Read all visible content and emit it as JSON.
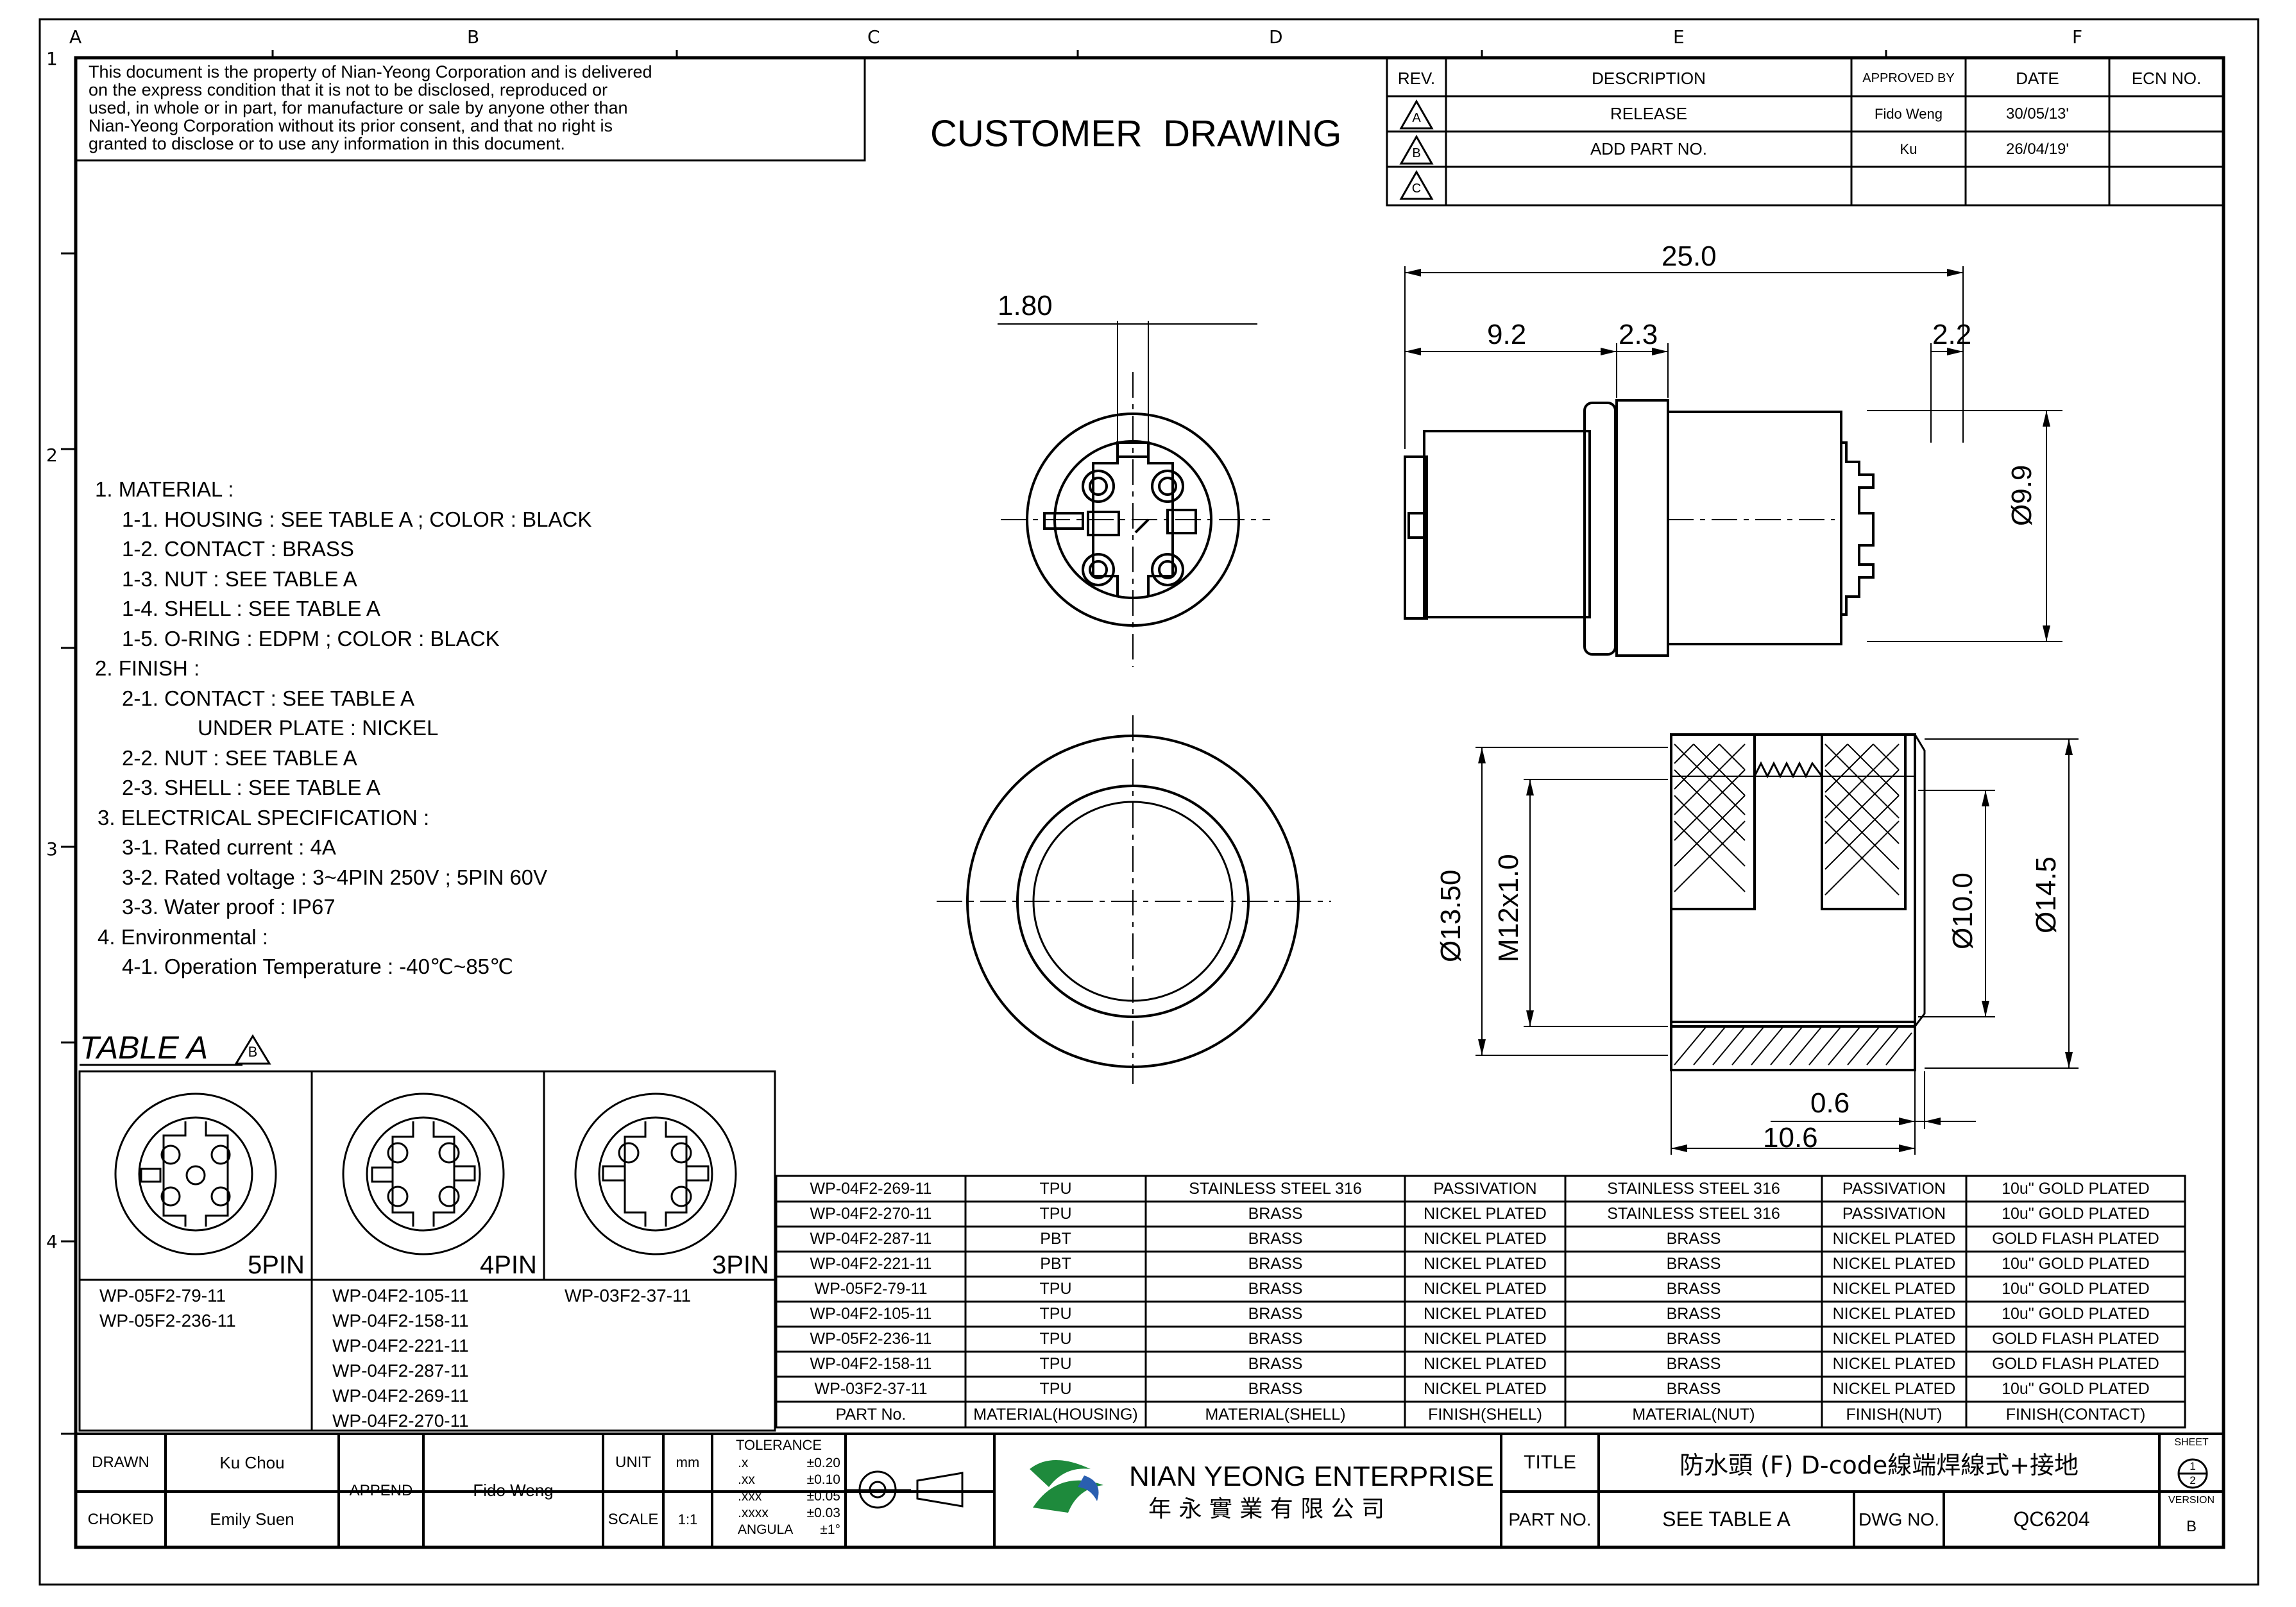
{
  "zone_labels": {
    "columns": [
      "A",
      "B",
      "C",
      "D",
      "E",
      "F"
    ],
    "rows": [
      "1",
      "2",
      "3",
      "4"
    ]
  },
  "notice": [
    "This document is the property of Nian-Yeong Corporation and is delivered",
    "on  the  express condition that it is not to be disclosed, reproduced or",
    "used, in whole or in part, for manufacture or sale by anyone other than",
    "Nian-Yeong Corporation without  its prior consent, and that  no right  is",
    "granted to disclose or to use any information in this  document."
  ],
  "drawing_type": "CUSTOMER  DRAWING",
  "revision_table": {
    "headers": [
      "REV.",
      "DESCRIPTION",
      "APPROVED BY",
      "DATE",
      "ECN NO."
    ],
    "rows": [
      {
        "rev": "A",
        "description": "RELEASE",
        "approved": "Fido Weng",
        "date": "30/05/13'",
        "ecn": ""
      },
      {
        "rev": "B",
        "description": "ADD PART NO.",
        "approved": "Ku",
        "date": "26/04/19'",
        "ecn": ""
      },
      {
        "rev": "C",
        "description": "",
        "approved": "",
        "date": "",
        "ecn": ""
      }
    ]
  },
  "notes": [
    "1. MATERIAL :",
    "1-1. HOUSING : SEE TABLE A ; COLOR : BLACK",
    "1-2. CONTACT : BRASS",
    "1-3. NUT : SEE TABLE A",
    "1-4. SHELL : SEE TABLE A",
    "1-5. O-RING : EDPM ; COLOR : BLACK",
    "2. FINISH :",
    "2-1. CONTACT : SEE TABLE A",
    "UNDER PLATE : NICKEL",
    "2-2. NUT : SEE TABLE A",
    "2-3. SHELL : SEE TABLE A",
    "3. ELECTRICAL SPECIFICATION :",
    "3-1. Rated current : 4A",
    "3-2. Rated voltage : 3~4PIN 250V ; 5PIN 60V",
    "3-3. Water proof : IP67",
    "4. Environmental :",
    "4-1. Operation Temperature : -40℃~85℃"
  ],
  "dimensions": {
    "pin_width": "1.80",
    "overall_length": "25.0",
    "seg1": "9.2",
    "seg2": "2.3",
    "seg3": "2.2",
    "body_dia": "Ø9.9",
    "dia_13_50": "Ø13.50",
    "thread": "M12x1.0",
    "dia_10": "Ø10.0",
    "dia_14_5": "Ø14.5",
    "gap": "0.6",
    "nut_len": "10.6"
  },
  "table_a": {
    "title": "TABLE A",
    "rev_mark": "B",
    "variants": [
      {
        "label": "5PIN",
        "parts": [
          "WP-05F2-79-11",
          "WP-05F2-236-11"
        ]
      },
      {
        "label": "4PIN",
        "parts": [
          "WP-04F2-105-11",
          "WP-04F2-158-11",
          "WP-04F2-221-11",
          "WP-04F2-287-11",
          "WP-04F2-269-11",
          "WP-04F2-270-11"
        ]
      },
      {
        "label": "3PIN",
        "parts": [
          "WP-03F2-37-11"
        ]
      }
    ],
    "headers": [
      "PART No.",
      "MATERIAL(HOUSING)",
      "MATERIAL(SHELL)",
      "FINISH(SHELL)",
      "MATERIAL(NUT)",
      "FINISH(NUT)",
      "FINISH(CONTACT)"
    ],
    "rows": [
      [
        "WP-04F2-269-11",
        "TPU",
        "STAINLESS STEEL 316",
        "PASSIVATION",
        "STAINLESS STEEL 316",
        "PASSIVATION",
        "10u\" GOLD PLATED"
      ],
      [
        "WP-04F2-270-11",
        "TPU",
        "BRASS",
        "NICKEL PLATED",
        "STAINLESS STEEL 316",
        "PASSIVATION",
        "10u\" GOLD PLATED"
      ],
      [
        "WP-04F2-287-11",
        "PBT",
        "BRASS",
        "NICKEL PLATED",
        "BRASS",
        "NICKEL PLATED",
        "GOLD FLASH PLATED"
      ],
      [
        "WP-04F2-221-11",
        "PBT",
        "BRASS",
        "NICKEL PLATED",
        "BRASS",
        "NICKEL PLATED",
        "10u\" GOLD PLATED"
      ],
      [
        "WP-05F2-79-11",
        "TPU",
        "BRASS",
        "NICKEL PLATED",
        "BRASS",
        "NICKEL PLATED",
        "10u\" GOLD PLATED"
      ],
      [
        "WP-04F2-105-11",
        "TPU",
        "BRASS",
        "NICKEL PLATED",
        "BRASS",
        "NICKEL PLATED",
        "10u\" GOLD PLATED"
      ],
      [
        "WP-05F2-236-11",
        "TPU",
        "BRASS",
        "NICKEL PLATED",
        "BRASS",
        "NICKEL PLATED",
        "GOLD FLASH PLATED"
      ],
      [
        "WP-04F2-158-11",
        "TPU",
        "BRASS",
        "NICKEL PLATED",
        "BRASS",
        "NICKEL PLATED",
        "GOLD FLASH PLATED"
      ],
      [
        "WP-03F2-37-11",
        "TPU",
        "BRASS",
        "NICKEL PLATED",
        "BRASS",
        "NICKEL PLATED",
        "10u\" GOLD PLATED"
      ]
    ]
  },
  "title_block": {
    "drawn_label": "DRAWN",
    "drawn": "Ku Chou",
    "checked_label": "CHOKED",
    "checked": "Emily Suen",
    "append_label": "APPEND",
    "append": "Fido Weng",
    "unit_label": "UNIT",
    "unit": "mm",
    "scale_label": "SCALE",
    "scale": "1:1",
    "tolerance_title": "TOLERANCE",
    "tolerances": [
      {
        "k": ".x",
        "v": "±0.20"
      },
      {
        "k": ".xx",
        "v": "±0.10"
      },
      {
        "k": ".xxx",
        "v": "±0.05"
      },
      {
        "k": ".xxxx",
        "v": "±0.03"
      },
      {
        "k": "ANGULA",
        "v": "±1°"
      }
    ],
    "company_en": "NIAN YEONG ENTERPRISE",
    "company_zh": "年 永 實 業 有 限 公 司",
    "title_label": "TITLE",
    "title": "防水頭 (F) D-code線端焊線式+接地",
    "part_label": "PART NO.",
    "part": "SEE  TABLE  A",
    "dwg_label": "DWG NO.",
    "dwg": "QC6204",
    "sheet_label": "SHEET",
    "sheet_num": "1",
    "sheet_den": "2",
    "version_label": "VERSION",
    "version": "B"
  }
}
